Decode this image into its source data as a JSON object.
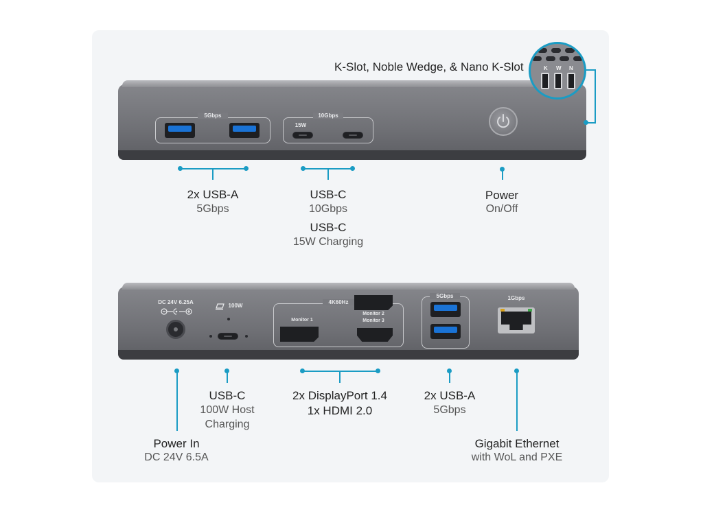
{
  "top_callout": {
    "title": "K-Slot, Noble Wedge, & Nano K-Slot"
  },
  "zoom_letters": [
    "K",
    "W",
    "N"
  ],
  "front_printed": {
    "usba_speed": "5Gbps",
    "usbc_speed": "10Gbps",
    "usbc_power": "15W"
  },
  "rear_printed": {
    "dc": "DC 24V 6.25A",
    "host_power": "100W",
    "video": "4K60Hz",
    "monitor1": "Monitor 1",
    "monitor2": "Monitor 2",
    "monitor3": "Monitor 3",
    "usba_speed": "5Gbps",
    "ethernet_speed": "1Gbps"
  },
  "front_labels": {
    "usba": {
      "title": "2x USB-A",
      "sub": "5Gbps"
    },
    "usbc1": {
      "title": "USB-C",
      "sub": "10Gbps"
    },
    "usbc2": {
      "title": "USB-C",
      "sub": "15W Charging"
    },
    "power": {
      "title": "Power",
      "sub": "On/Off"
    }
  },
  "rear_labels": {
    "usbc": {
      "title": "USB-C",
      "sub1": "100W Host",
      "sub2": "Charging"
    },
    "power_in": {
      "title": "Power In",
      "sub": "DC 24V 6.5A"
    },
    "video": {
      "line1": "2x DisplayPort 1.4",
      "line2": "1x HDMI 2.0"
    },
    "usba": {
      "title": "2x USB-A",
      "sub": "5Gbps"
    },
    "ethernet": {
      "title": "Gigabit Ethernet",
      "sub": "with WoL and PXE"
    }
  },
  "colors": {
    "accent": "#1a9cc4",
    "usb_blue": "#1a73d6",
    "body": "#76777c",
    "panel": "#f3f5f7"
  }
}
